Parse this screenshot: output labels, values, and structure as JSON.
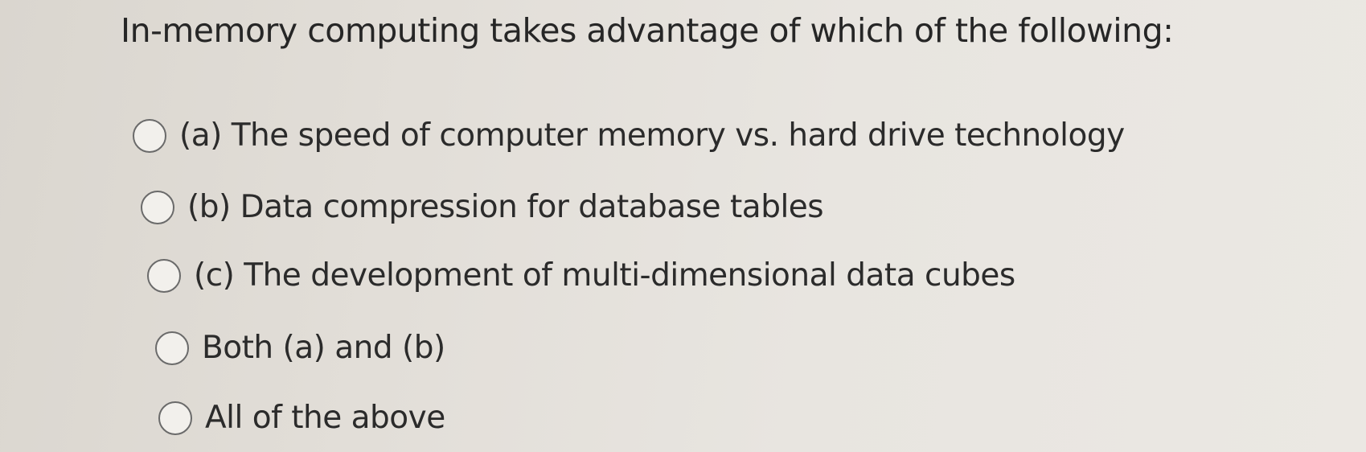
{
  "question": {
    "text": "In-memory computing takes advantage of which of the following:"
  },
  "options": [
    {
      "label": "(a) The speed of computer memory vs. hard drive technology"
    },
    {
      "label": "(b) Data compression for database tables"
    },
    {
      "label": "(c) The development of multi-dimensional data cubes"
    },
    {
      "label": "Both (a) and (b)"
    },
    {
      "label": "All of the above"
    }
  ]
}
